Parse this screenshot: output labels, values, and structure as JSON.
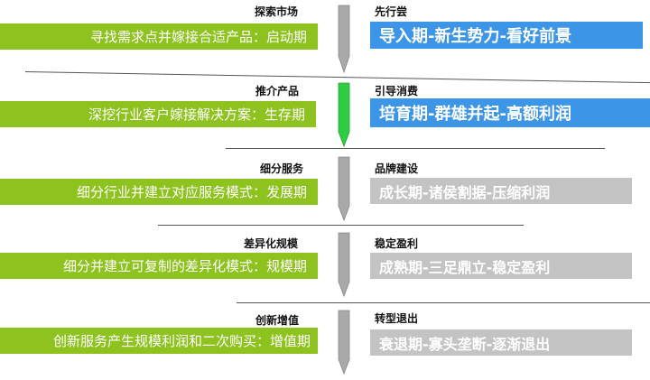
{
  "colors": {
    "left_bar": "#8dc21f",
    "right_blue": "#3d95e8",
    "right_grey": "#c3c3c3",
    "arrow_grey": "#a9a9a9",
    "arrow_green": "#2ecc40"
  },
  "stages": [
    {
      "left_label": "探索市场",
      "left_text": "寻找需求点并嫁接合适产品：启动期",
      "right_label": "先行尝",
      "right_text": "导入期-新生势力-看好前景",
      "highlight": false
    },
    {
      "left_label": "推介产品",
      "left_text": "深挖行业客户嫁接解决方案：生存期",
      "right_label": "引导消费",
      "right_text": "培育期-群雄并起-高额利润",
      "highlight": true
    },
    {
      "left_label": "细分服务",
      "left_text": "细分行业并建立对应服务模式：发展期",
      "right_label": "品牌建设",
      "right_text": "成长期-诸侯割据-压缩利润",
      "highlight": false
    },
    {
      "left_label": "差异化规模",
      "left_text": "细分并建立可复制的差异化模式：规模期",
      "right_label": "稳定盈利",
      "right_text": "成熟期-三足鼎立-稳定盈利",
      "highlight": false
    },
    {
      "left_label": "创新增值",
      "left_text": "创新服务产生规模利润和二次购买：增值期",
      "right_label": "转型退出",
      "right_text": "衰退期-寡头垄断-逐渐退出",
      "highlight": false
    }
  ]
}
